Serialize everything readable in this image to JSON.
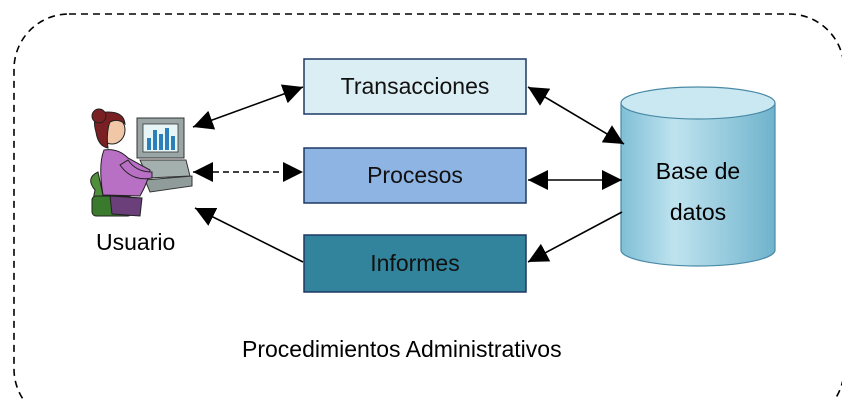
{
  "diagram": {
    "boundary_label": "Procedimientos Administrativos",
    "user_label": "Usuario",
    "boxes": {
      "transacciones": "Transacciones",
      "procesos": "Procesos",
      "informes": "Informes"
    },
    "database_label_line1": "Base de",
    "database_label_line2": "datos"
  },
  "colors": {
    "transacciones_fill": "#DBEEF3",
    "procesos_fill": "#8EB4E3",
    "informes_fill": "#31849B",
    "database_fill": "#9DCFE0",
    "border": "#1F3864"
  }
}
